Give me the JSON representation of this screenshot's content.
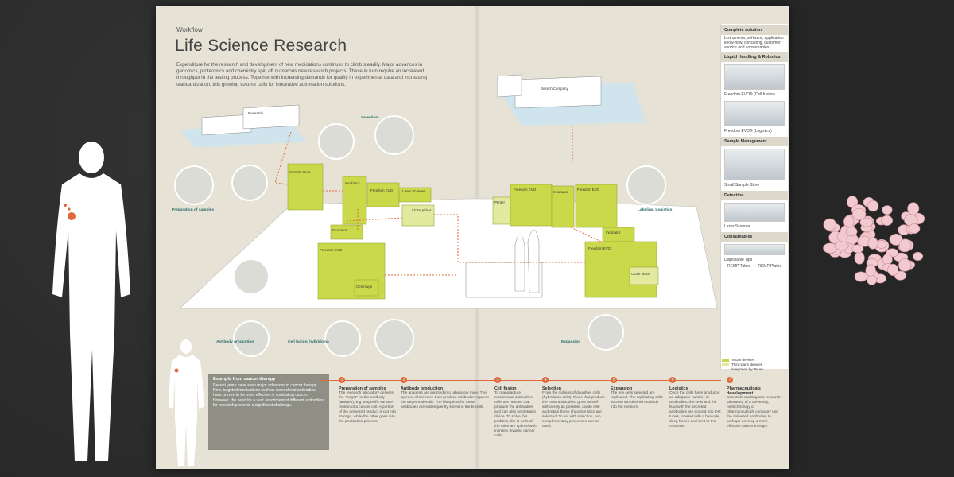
{
  "header": {
    "kicker": "Workflow",
    "title": "Life Science Research",
    "intro": "Expenditure for the research and development of new medications continues to climb steadily. Major advances in genomics, proteomics and chemistry spin off numerous new research projects. These in turn require an increased throughput in the testing process. Together with increasing demands for quality in experimental data and increasing standardization, this growing volume calls for innovative automation solutions."
  },
  "buildings": {
    "research": "Research",
    "biotech": "Biotech Company"
  },
  "circle_labels": {
    "selection": "Selection",
    "prep": "Preparation of samples",
    "antibody": "Antibody production",
    "cellfusion": "Cell fusion, hybridoma",
    "expansion": "Expansion",
    "labeling": "Labeling, Logistics"
  },
  "device_labels": {
    "sample_store": "Sample Store",
    "incubator1": "Incubator",
    "freedom1": "Freedom EVO",
    "laser1": "Laser Scanner",
    "clone_picker1": "Clone picker",
    "incubator2": "Incubator",
    "freedom2": "Freedom EVO",
    "centrifuge": "Centrifuge",
    "printer": "Printer",
    "freedom3": "Freedom EVO",
    "incubator3": "Incubator",
    "freedom4": "Freedom EVO",
    "incubator4": "Incubator",
    "freedom5": "Freedom EVO",
    "clone_picker2": "Clone picker"
  },
  "sidebar": {
    "complete_title": "Complete solution",
    "complete_text": "Instruments, software, application know-how, consulting, customer service and consumables",
    "liquid_title": "Liquid Handling & Robotics",
    "liquid_cap1": "Freedom EVO® (Cell fusion)",
    "liquid_cap2": "Freedom EVO® (Logistics)",
    "sample_title": "Sample Management",
    "sample_cap": "Small Sample Store",
    "detection_title": "Detection",
    "detection_cap": "Laser Scanner",
    "consumables_title": "Consumables",
    "cons_tips": "Disposable Tips",
    "cons_tubes": "REMP Tubes",
    "cons_plates": "REMP Plates"
  },
  "legend": {
    "tecan": "Tecan devices",
    "third": "Third-party devices",
    "third2": "integrated by Tecan",
    "color_tecan": "#c9d94a",
    "color_third": "#e2eaa0"
  },
  "example": {
    "title": "Example from cancer therapy",
    "text": "Recent years have seen major advances in cancer therapy. New, targeted medications such as monoclonal antibodies have proven to be most effective in combating cancer. However, the need for a vast assortment of different antibodies for research presents a significant challenge."
  },
  "steps": [
    {
      "num": "1",
      "title": "Preparation of samples",
      "text": "The research laboratory delivers the \"target\" for the antibody (antigen), e.g. a specific surface protein of a cancer cell. A portion of the delivered product is put into storage, while the other goes into the production process."
    },
    {
      "num": "2",
      "title": "Antibody production",
      "text": "The antigens are injected into laboratory mice. The spleens of the mice then produce antibodies against the target molecule. The blueprints for these antibodies are subsequently stored in the B-cells."
    },
    {
      "num": "3",
      "title": "Cell fusion",
      "text": "To manufacture monoclonal antibodies, cells are needed that produce the antibodies and can also perpetually divide. To solve this problem, the B-cells of the mice are spliced with infinitely dividing cancer cells."
    },
    {
      "num": "4",
      "title": "Selection",
      "text": "From the millions of daughter cells (hybridoma cells), those that produce the most antibodies, grow as self-sufficiently as possible, divide well and retain these characteristics are selected. To aid with selection, two complementary processes can be used."
    },
    {
      "num": "5",
      "title": "Expansion",
      "text": "The few cells selected are replicated. The replicating cells secrete the desired antibody into the medium."
    },
    {
      "num": "6",
      "title": "Logistics",
      "text": "Once the cells have produced an adequate number of antibodies, the cells and the fluid with the secreted antibodies are poured into test tubes, labeled with a barcode, deep frozen and sent to the customer."
    },
    {
      "num": "7",
      "title": "Pharmaceuticals development",
      "text": "Scientists working at a research laboratory of a university, biotechnology or pharmaceuticals company use the delivered antibodies to perhaps develop a more effective cancer therapy."
    }
  ],
  "colors": {
    "accent": "#e16a3c",
    "device": "#c9d94a",
    "teal": "#2c6e6b"
  }
}
